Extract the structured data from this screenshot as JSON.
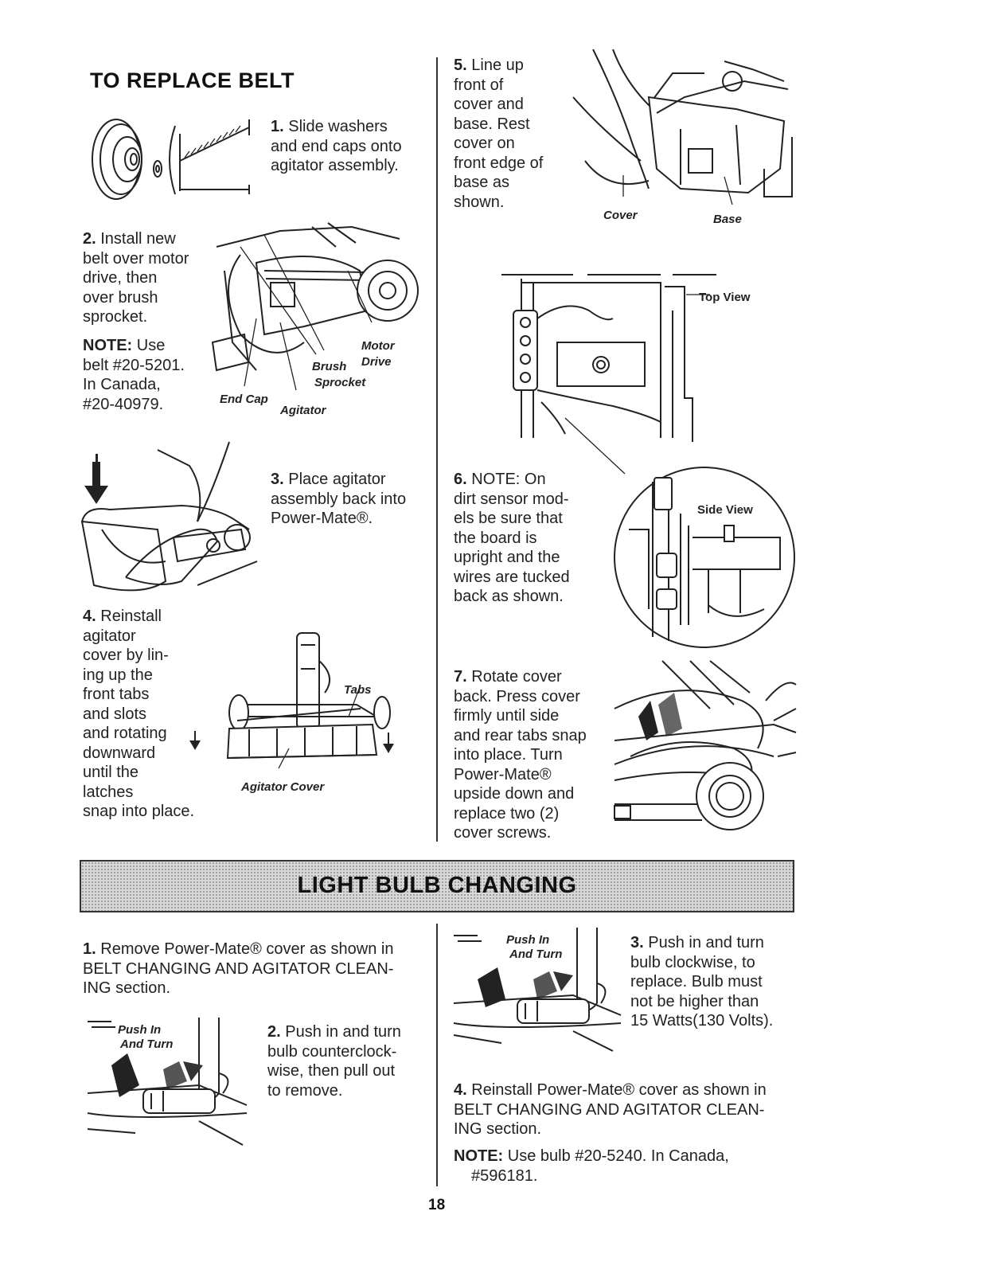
{
  "page": {
    "number": "18",
    "section_belt": {
      "title": "TO REPLACE BELT",
      "steps": [
        {
          "num": "1.",
          "lines": [
            "Slide washers",
            "and end caps onto",
            "agitator assembly."
          ]
        },
        {
          "num": "2.",
          "lines": [
            "Install new",
            "belt over motor",
            "drive, then",
            "over brush",
            "sprocket."
          ]
        },
        {
          "num": "3.",
          "lines": [
            "Place agitator",
            "assembly back into",
            "Power-Mate®."
          ]
        },
        {
          "num": "4.",
          "lines": [
            "Reinstall",
            "agitator",
            "cover by lin-",
            "ing up the",
            "front tabs",
            "and slots",
            "and rotating",
            "downward",
            "until the",
            "latches",
            "snap into place."
          ]
        },
        {
          "num": "5.",
          "lines": [
            "Line up",
            "front of",
            "cover and",
            "base. Rest",
            "cover on",
            "front edge of",
            "base as",
            "shown."
          ]
        },
        {
          "num": "6.",
          "lines": [
            "NOTE: On",
            "dirt sensor mod-",
            "els be sure that",
            "the board is",
            "upright and the",
            "wires are tucked",
            "back as shown."
          ]
        },
        {
          "num": "7.",
          "lines": [
            "Rotate cover",
            "back. Press cover",
            "firmly until side",
            "and rear tabs snap",
            "into place. Turn",
            "Power-Mate®",
            "upside down and",
            "replace two (2)",
            "cover screws."
          ]
        }
      ],
      "note": {
        "label": "NOTE:",
        "lines": [
          "Use",
          "belt #20-5201.",
          "In Canada,",
          "#20-40979."
        ]
      },
      "labels": {
        "motor": "Motor",
        "drive": "Drive",
        "brush": "Brush",
        "sprocket": "Sprocket",
        "end_cap": "End Cap",
        "agitator": "Agitator",
        "tabs": "Tabs",
        "agitator_cover": "Agitator Cover",
        "cover": "Cover",
        "base": "Base",
        "top_view": "Top View",
        "side_view": "Side View"
      }
    },
    "section_bulb": {
      "title": "LIGHT BULB CHANGING",
      "steps": [
        {
          "num": "1.",
          "lines": [
            "Remove Power-Mate® cover as shown in",
            "BELT CHANGING AND AGITATOR CLEAN-",
            "ING section."
          ]
        },
        {
          "num": "2.",
          "lines": [
            "Push in and turn",
            "bulb counterclock-",
            "wise, then pull out",
            "to remove."
          ]
        },
        {
          "num": "3.",
          "lines": [
            "Push in and turn",
            "bulb clockwise, to",
            "replace. Bulb must",
            "not be higher than",
            "15 Watts(130 Volts)."
          ]
        },
        {
          "num": "4.",
          "lines": [
            "Reinstall Power-Mate® cover as shown in",
            "BELT CHANGING AND AGITATOR CLEAN-",
            "ING section."
          ]
        }
      ],
      "note": {
        "label": "NOTE:",
        "lines": [
          "Use bulb #20-5240. In Canada,",
          "#596181."
        ]
      },
      "labels": {
        "push_in": "Push In",
        "and_turn": "And Turn"
      }
    }
  }
}
